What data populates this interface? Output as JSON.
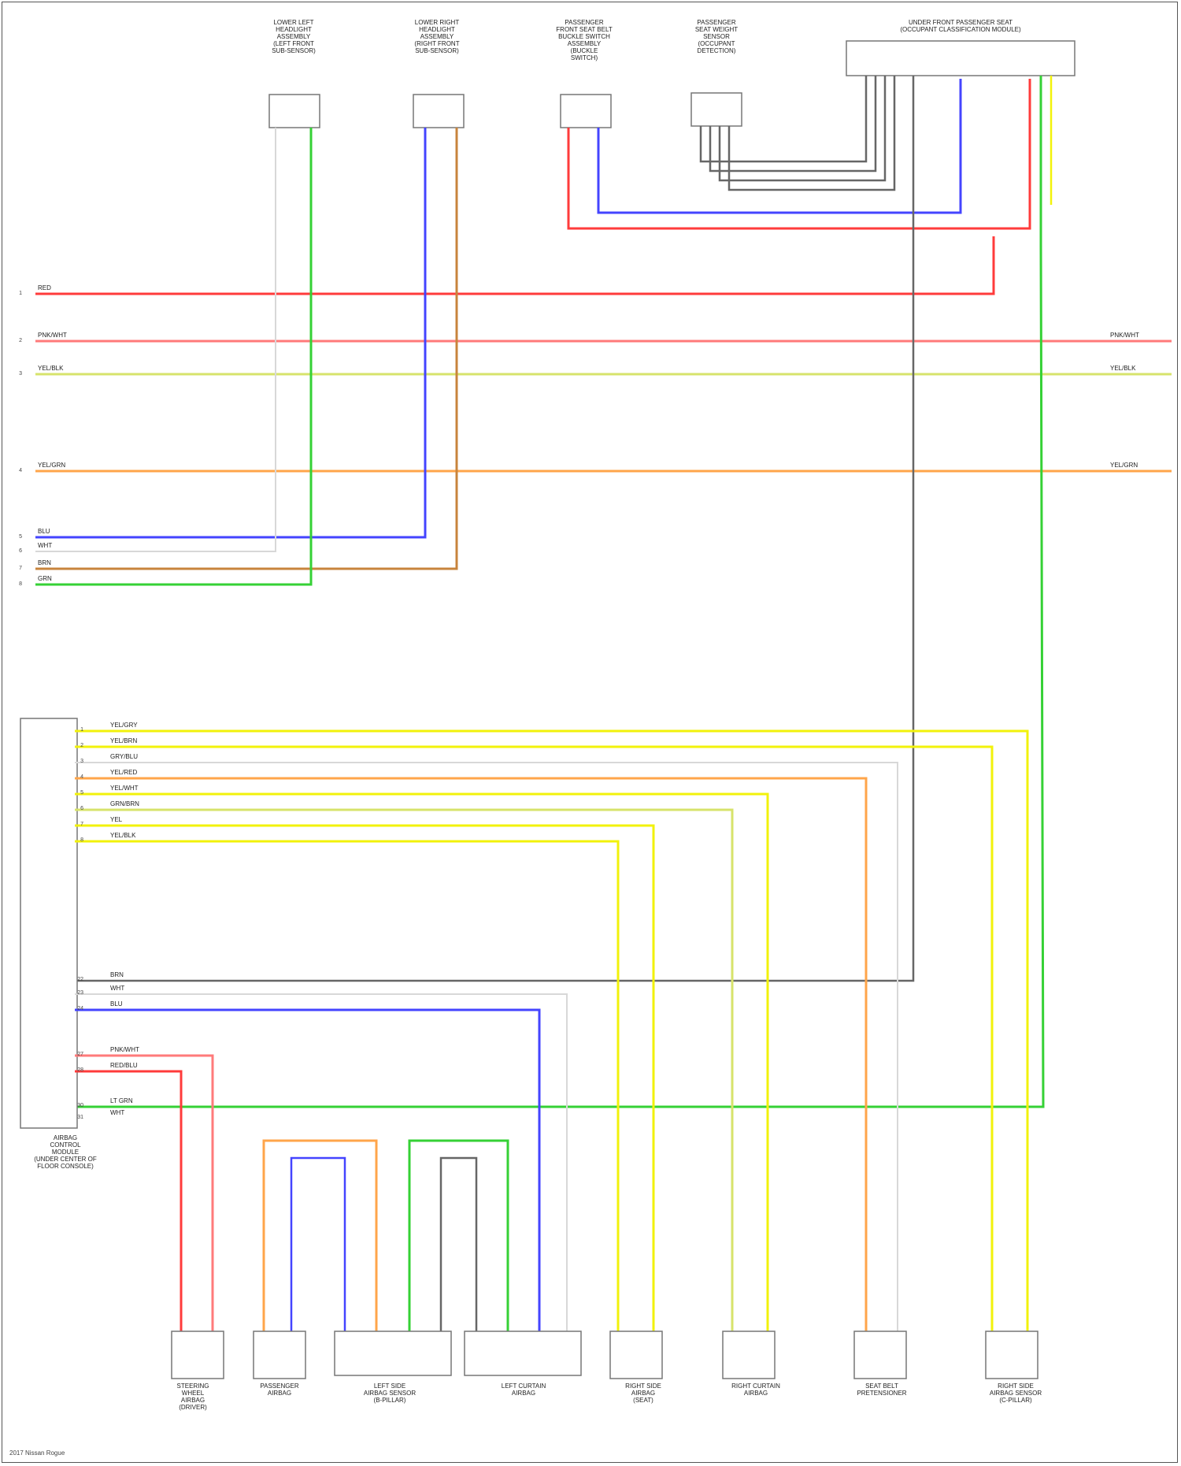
{
  "components": {
    "top": [
      {
        "id": "left-headlight-assembly",
        "label": "LOWER LEFT\nHEADLIGHT\nASSEMBLY\n(LEFT FRONT\nSUB-SENSOR)"
      },
      {
        "id": "right-headlight-assembly",
        "label": "LOWER RIGHT\nHEADLIGHT\nASSEMBLY\n(RIGHT FRONT\nSUB-SENSOR)"
      },
      {
        "id": "seat-belt-buckle-switch",
        "label": "PASSENGER\nFRONT SEAT BELT\nBUCKLE SWITCH\nASSEMBLY\n(BUCKLE\nSWITCH)"
      },
      {
        "id": "seat-weight-sensor",
        "label": "PASSENGER\nSEAT WEIGHT\nSENSOR\n(OCCUPANT\nDETECTION)"
      },
      {
        "id": "occupant-classification-module",
        "label": "UNDER FRONT PASSENGER SEAT\n(OCCUPANT CLASSIFICATION MODULE)"
      }
    ],
    "control_module": {
      "label": "AIRBAG\nCONTROL\nMODULE\n(UNDER CENTER OF\nFLOOR CONSOLE)"
    },
    "bottom": [
      {
        "id": "steering-wheel-airbag",
        "label": "STEERING\nWHEEL\nAIRBAG\n(DRIVER)"
      },
      {
        "id": "passenger-airbag",
        "label": "PASSENGER\nAIRBAG"
      },
      {
        "id": "left-side-airbag-sensor",
        "label": "LEFT SIDE\nAIRBAG SENSOR\n(B-PILLAR)"
      },
      {
        "id": "left-curtain-airbag",
        "label": "LEFT CURTAIN\nAIRBAG"
      },
      {
        "id": "right-side-airbag",
        "label": "RIGHT SIDE\nAIRBAG\n(SEAT)"
      },
      {
        "id": "right-curtain-airbag",
        "label": "RIGHT CURTAIN\nAIRBAG"
      },
      {
        "id": "seat-belt-pretensioner",
        "label": "SEAT BELT\nPRETENSIONER"
      },
      {
        "id": "right-side-airbag-sensor",
        "label": "RIGHT SIDE\nAIRBAG SENSOR\n(C-PILLAR)"
      }
    ]
  },
  "bus_lines": [
    {
      "id": "w1",
      "pin": "1",
      "left": "RED",
      "right": ""
    },
    {
      "id": "w2",
      "pin": "2",
      "left": "PNK/WHT",
      "right": "PNK/WHT"
    },
    {
      "id": "w3",
      "pin": "3",
      "left": "YEL/BLK",
      "right": "YEL/BLK"
    },
    {
      "id": "w4",
      "pin": "4",
      "left": "YEL/GRN",
      "right": "YEL/GRN"
    },
    {
      "id": "w5",
      "pin": "5",
      "left": "BLU",
      "right": ""
    },
    {
      "id": "w6",
      "pin": "6",
      "left": "WHT",
      "right": ""
    },
    {
      "id": "w7",
      "pin": "7",
      "left": "BRN",
      "right": ""
    },
    {
      "id": "w8",
      "pin": "8",
      "left": "GRN",
      "right": ""
    }
  ],
  "module_wires": [
    {
      "pin": "1",
      "label": "YEL/GRY"
    },
    {
      "pin": "2",
      "label": "YEL/BRN"
    },
    {
      "pin": "3",
      "label": "GRY/BLU"
    },
    {
      "pin": "4",
      "label": "YEL/RED"
    },
    {
      "pin": "5",
      "label": "YEL/WHT"
    },
    {
      "pin": "6",
      "label": "GRN/BRN"
    },
    {
      "pin": "7",
      "label": "YEL"
    },
    {
      "pin": "8",
      "label": "YEL/BLK"
    },
    {
      "pin": "22",
      "label": "BRN"
    },
    {
      "pin": "23",
      "label": "WHT"
    },
    {
      "pin": "24",
      "label": "BLU"
    },
    {
      "pin": "27",
      "label": "PNK/WHT"
    },
    {
      "pin": "28",
      "label": "RED/BLU"
    },
    {
      "pin": "30",
      "label": "LT GRN"
    },
    {
      "pin": "31",
      "label": "WHT"
    }
  ],
  "footer": "2017 Nissan Rogue",
  "colors": {
    "red": "#ff3b3b",
    "pink": "#ff7a7a",
    "yellow_green": "#d7e36b",
    "orange": "#ffa54a",
    "blue": "#4444ff",
    "white_wire": "#d8d8d8",
    "brown": "#c8843c",
    "green": "#35d135",
    "gray": "#666666",
    "yellow": "#f2f20a"
  }
}
